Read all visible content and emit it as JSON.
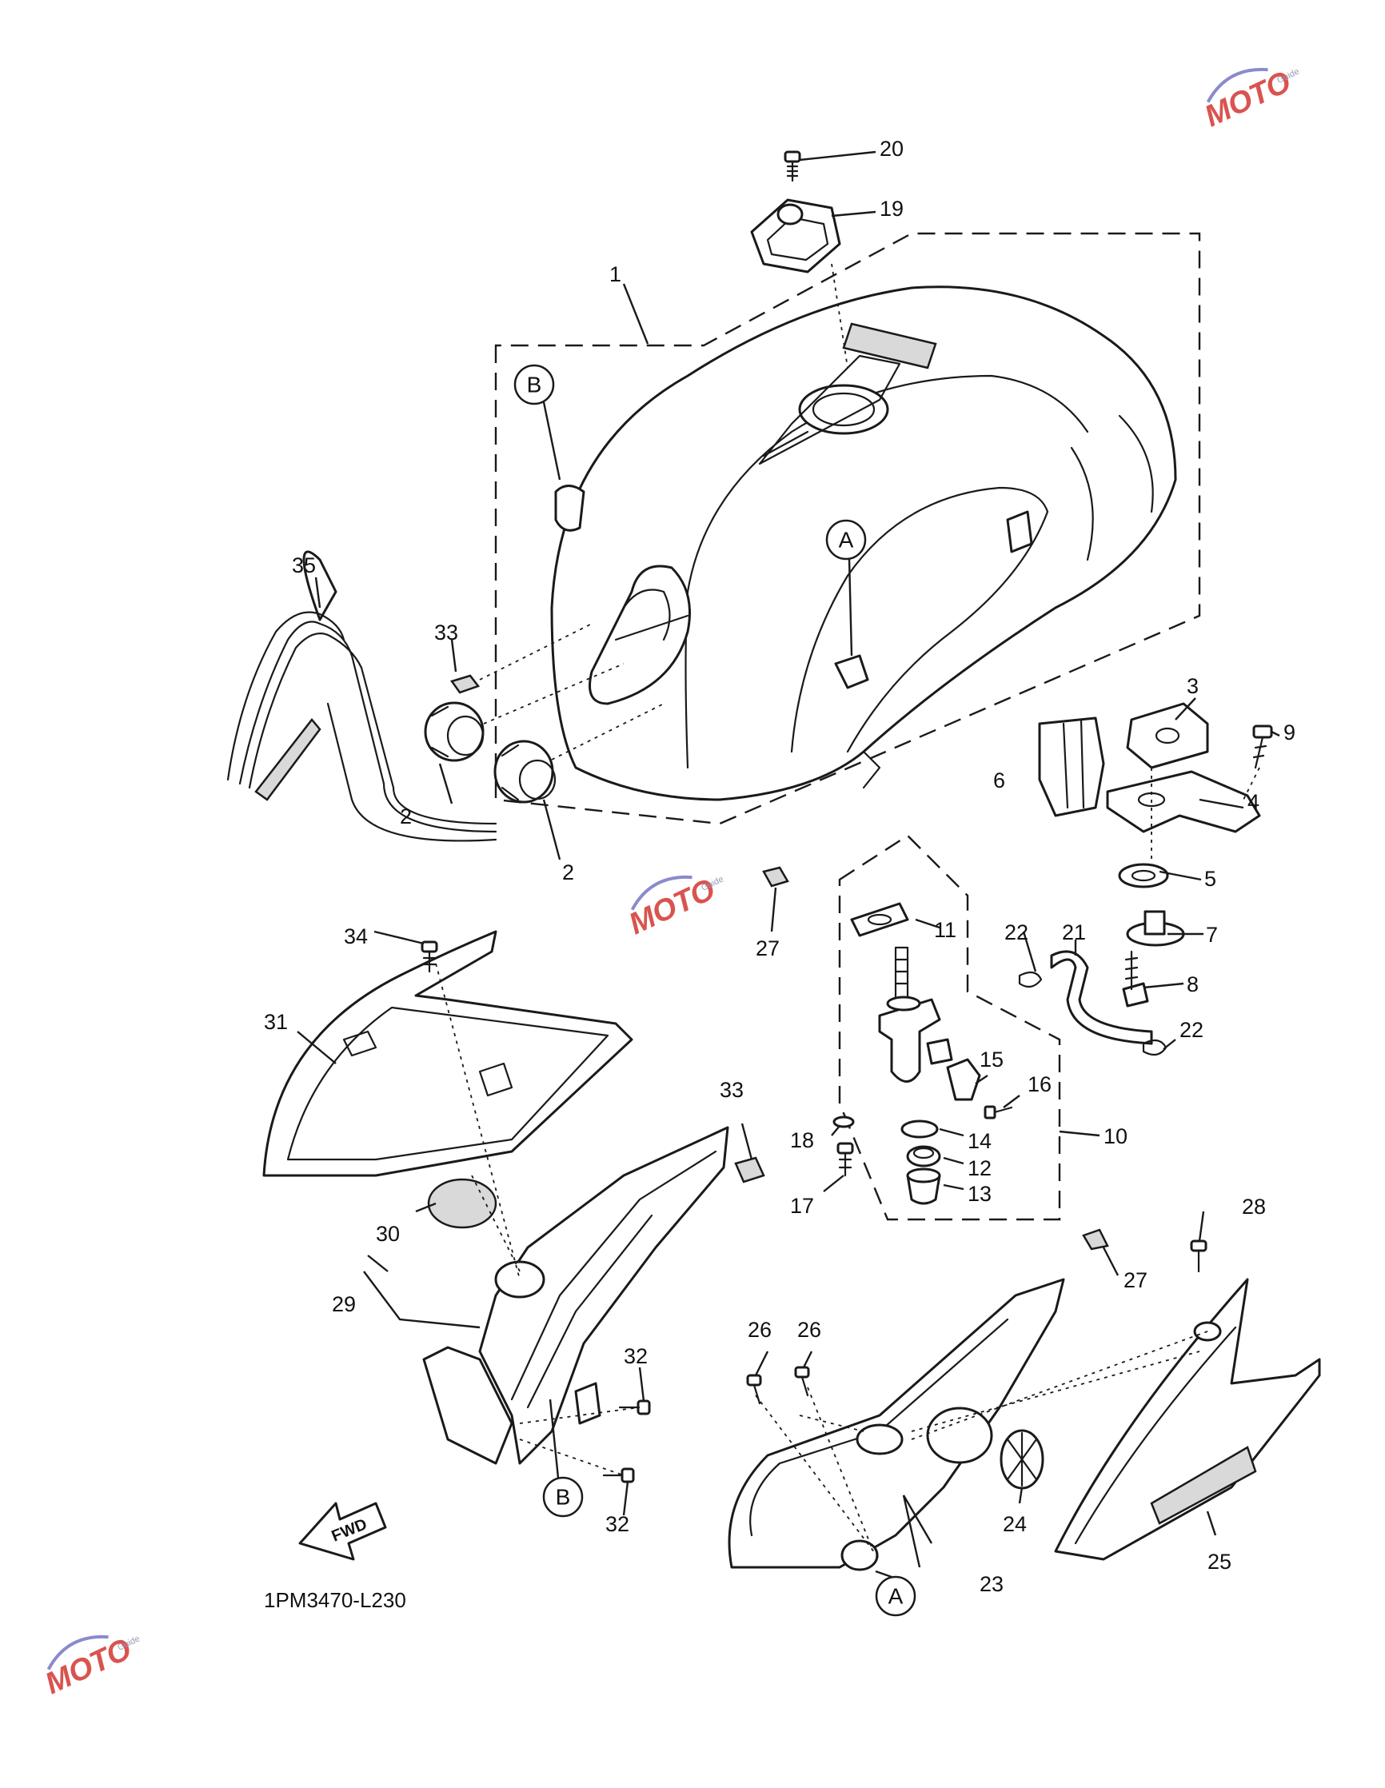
{
  "diagram": {
    "callouts": [
      "1",
      "2",
      "2",
      "3",
      "4",
      "5",
      "6",
      "7",
      "8",
      "9",
      "10",
      "11",
      "12",
      "13",
      "14",
      "15",
      "16",
      "17",
      "18",
      "19",
      "20",
      "21",
      "22",
      "22",
      "23",
      "24",
      "25",
      "26",
      "26",
      "27",
      "27",
      "28",
      "29",
      "30",
      "31",
      "32",
      "32",
      "33",
      "33",
      "34",
      "35"
    ],
    "reference_markers": [
      "A",
      "A",
      "B",
      "B"
    ],
    "direction_arrow": "FWD",
    "drawing_code": "1PM3470-L230"
  },
  "watermark": {
    "mark": "MOTO",
    "tagline": "Guide"
  },
  "colors": {
    "line": "#1a1a1a",
    "watermark": "#d9534f"
  }
}
